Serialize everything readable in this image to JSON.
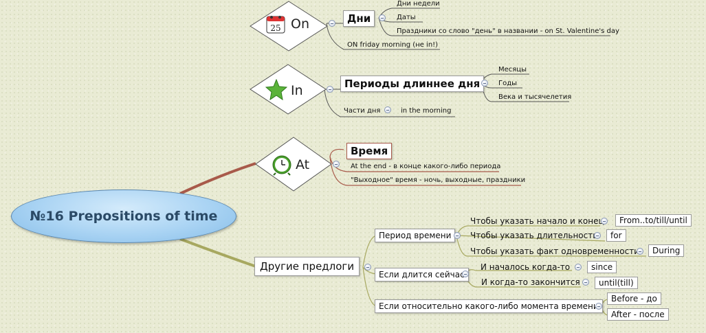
{
  "center": {
    "title": "№16 Prepositions of time"
  },
  "on": {
    "label": "On",
    "days_box": "Дни",
    "days_children": [
      "Дни недели",
      "Даты",
      "Праздники со слово \"день\" в названии - on St. Valentine's day"
    ],
    "extra": "ON friday morning (не in!)"
  },
  "in": {
    "label": "In",
    "periods_box": "Периоды длиннее дня",
    "periods_children": [
      "Месяцы",
      "Годы",
      "Века и тысячелетия"
    ],
    "day_parts": "Части дня",
    "day_parts_child": "in the morning"
  },
  "at": {
    "label": "At",
    "time_box": "Время",
    "children": [
      "At the end - в конце какого-либо периода",
      "\"Выходное\" время - ночь, выходные, праздники"
    ]
  },
  "other": {
    "label": "Другие предлоги",
    "period": {
      "label": "Период времени",
      "items": [
        {
          "text": "Чтобы указать начало и конец",
          "answer": "From..to/till/until"
        },
        {
          "text": "Чтобы указать длительность",
          "answer": "for"
        },
        {
          "text": "Чтобы указать факт одновременности",
          "answer": "During"
        }
      ]
    },
    "lasting": {
      "label": "Если длится сейчас",
      "items": [
        {
          "text": "И началось когда-то",
          "answer": "since"
        },
        {
          "text": "И когда-то закончится",
          "answer": "until(till)"
        }
      ]
    },
    "relative": {
      "label": "Если относительно какого-либо момента времени",
      "answers": [
        "Before - до",
        "After - после"
      ]
    }
  },
  "icons": {
    "on": "calendar-icon",
    "in": "star-icon",
    "at": "alarm-clock-icon",
    "calendar_day": "25"
  }
}
